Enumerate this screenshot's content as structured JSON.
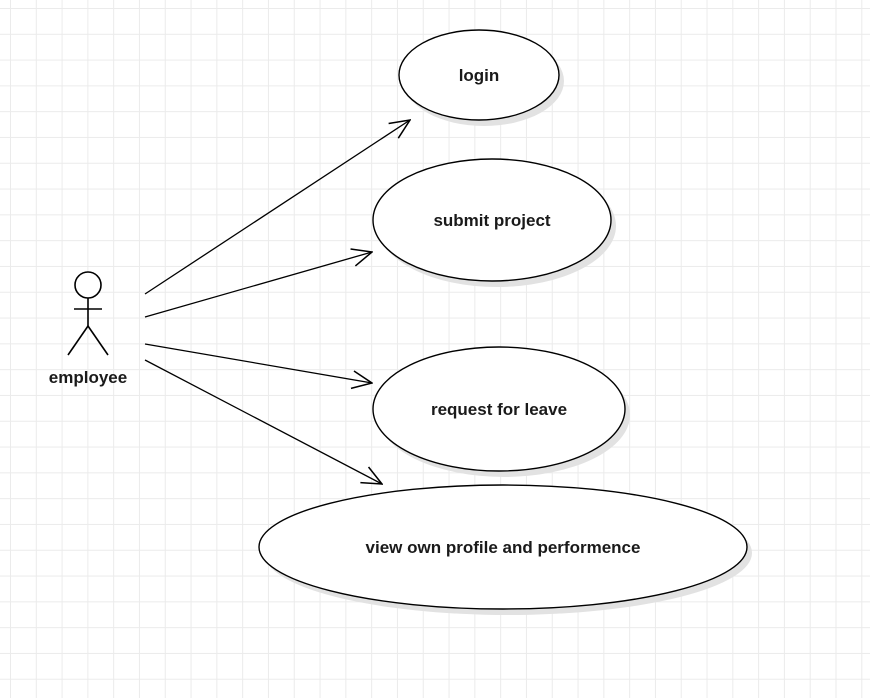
{
  "actor": {
    "label": "employee"
  },
  "use_cases": [
    {
      "id": "login",
      "label": "login"
    },
    {
      "id": "submit-project",
      "label": "submit project"
    },
    {
      "id": "request-leave",
      "label": "request for leave"
    },
    {
      "id": "view-profile",
      "label": "view own profile and performence"
    }
  ],
  "colors": {
    "stroke": "#000000",
    "grid": "#ebebeb",
    "shadow": "#e2e2e2"
  }
}
